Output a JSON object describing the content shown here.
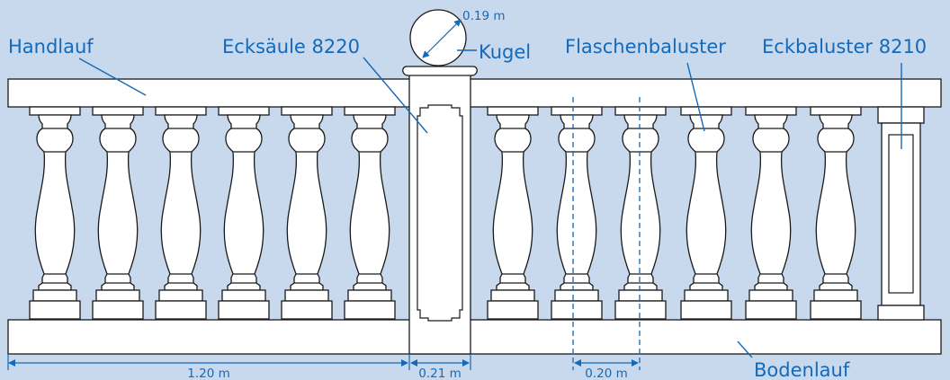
{
  "labels": {
    "handlauf": "Handlauf",
    "ecksaeule": "Ecksäule 8220",
    "kugel": "Kugel",
    "flaschenbaluster": "Flaschenbaluster",
    "eckbaluster": "Eckbaluster 8210",
    "bodenlauf": "Bodenlauf"
  },
  "dimensions": {
    "kugel_diameter": "0.19 m",
    "span_length": "1.20 m",
    "column_width": "0.21 m",
    "baluster_spacing": "0.20 m"
  },
  "colors": {
    "background": "#c8d9ee",
    "label": "#1469b8",
    "outline": "#1a1a1a",
    "fill": "#ffffff"
  },
  "counts": {
    "left_balusters": 6,
    "right_balusters": 6
  }
}
